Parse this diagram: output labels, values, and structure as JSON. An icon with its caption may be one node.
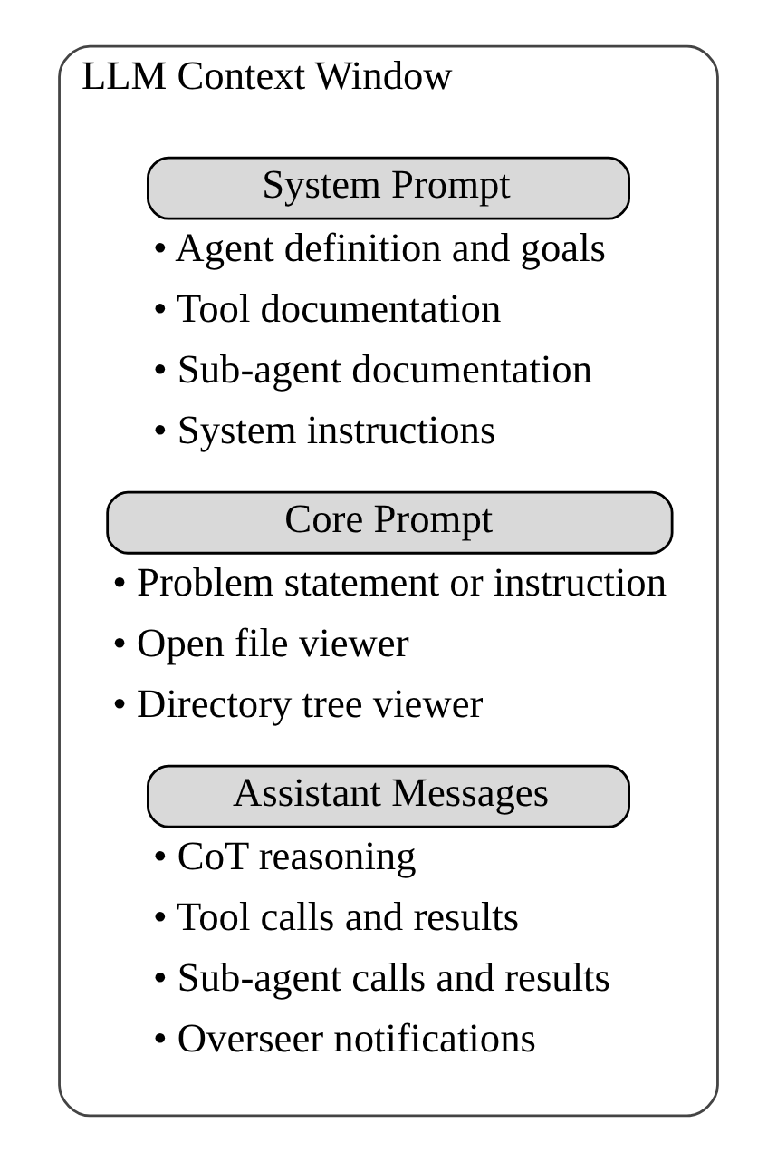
{
  "diagram": {
    "nodes": [
      {
        "text": [
          "LLM Context Window"
        ]
      },
      {
        "text": [
          "System Prompt"
        ],
        "in": 0,
        "beside": [
          "• Agent definition and goals",
          "• Tool documentation",
          "• Sub-agent documentation",
          "• System instructions"
        ]
      },
      {
        "text": [
          "Core Prompt"
        ],
        "in": 0,
        "beside": [
          "• Problem statement or instruction",
          "• Open file viewer",
          "• Directory tree viewer"
        ]
      },
      {
        "text": [
          "Assistant Messages"
        ],
        "in": 0,
        "beside": [
          "• CoT reasoning",
          "• Tool calls and results",
          "• Sub-agent calls and results",
          "• Overseer notifications"
        ]
      }
    ],
    "edges": []
  }
}
